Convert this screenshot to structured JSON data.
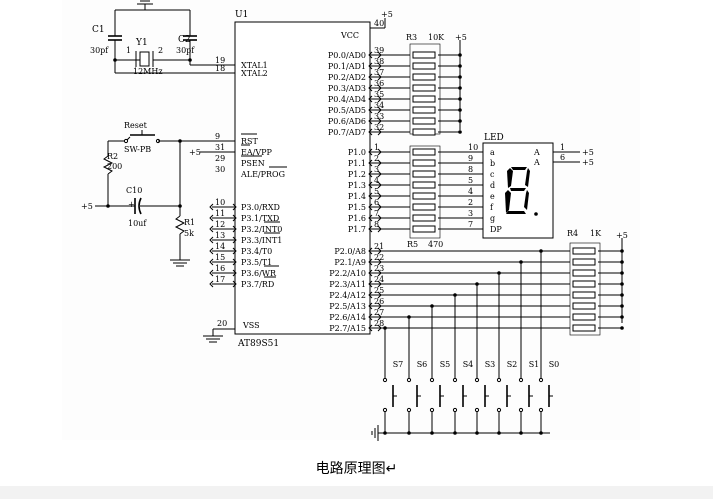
{
  "caption": "电路原理图↵",
  "mcu": {
    "designator": "U1",
    "part": "AT89S51",
    "vcc_pin": "40",
    "vss_pin": "20",
    "vcc_label": "VCC",
    "vss_label": "VSS",
    "left_pins": [
      {
        "num": "19",
        "name": "XTAL1"
      },
      {
        "num": "18",
        "name": "XTAL2"
      },
      {
        "num": "9",
        "name": "RST"
      },
      {
        "num": "31",
        "name": "EA/VPP"
      },
      {
        "num": "29",
        "name": "PSEN"
      },
      {
        "num": "30",
        "name": "ALE/PROG"
      },
      {
        "num": "10",
        "name": "P3.0/RXD"
      },
      {
        "num": "11",
        "name": "P3.1/TXD"
      },
      {
        "num": "12",
        "name": "P3.2/INT0"
      },
      {
        "num": "13",
        "name": "P3.3/INT1"
      },
      {
        "num": "14",
        "name": "P3.4/T0"
      },
      {
        "num": "15",
        "name": "P3.5/T1"
      },
      {
        "num": "16",
        "name": "P3.6/WR"
      },
      {
        "num": "17",
        "name": "P3.7/RD"
      }
    ],
    "port0": [
      {
        "num": "39",
        "name": "P0.0/AD0"
      },
      {
        "num": "38",
        "name": "P0.1/AD1"
      },
      {
        "num": "37",
        "name": "P0.2/AD2"
      },
      {
        "num": "36",
        "name": "P0.3/AD3"
      },
      {
        "num": "35",
        "name": "P0.4/AD4"
      },
      {
        "num": "34",
        "name": "P0.5/AD5"
      },
      {
        "num": "33",
        "name": "P0.6/AD6"
      },
      {
        "num": "32",
        "name": "P0.7/AD7"
      }
    ],
    "port1": [
      {
        "num": "1",
        "name": "P1.0"
      },
      {
        "num": "2",
        "name": "P1.1"
      },
      {
        "num": "3",
        "name": "P1.2"
      },
      {
        "num": "4",
        "name": "P1.3"
      },
      {
        "num": "5",
        "name": "P1.4"
      },
      {
        "num": "6",
        "name": "P1.5"
      },
      {
        "num": "7",
        "name": "P1.6"
      },
      {
        "num": "8",
        "name": "P1.7"
      }
    ],
    "port2": [
      {
        "num": "21",
        "name": "P2.0/A8"
      },
      {
        "num": "22",
        "name": "P2.1/A9"
      },
      {
        "num": "23",
        "name": "P2.2/A10"
      },
      {
        "num": "24",
        "name": "P2.3/A11"
      },
      {
        "num": "25",
        "name": "P2.4/A12"
      },
      {
        "num": "26",
        "name": "P2.5/A13"
      },
      {
        "num": "27",
        "name": "P2.6/A14"
      },
      {
        "num": "28",
        "name": "P2.7/A15"
      }
    ]
  },
  "crystal": {
    "designator": "Y1",
    "value": "12MHz",
    "pin1": "1",
    "pin2": "2",
    "c1_designator": "C1",
    "c1_value": "30pf",
    "c2_designator": "C2",
    "c2_value": "30pf"
  },
  "reset": {
    "title": "Reset",
    "switch": "SW-PB",
    "r2_designator": "R2",
    "r2_value": "200",
    "c10_designator": "C10",
    "c10_value": "10uf",
    "c10_polarity": "+",
    "r1_designator": "R1",
    "r1_value": "5k"
  },
  "supply_label": "+5",
  "r3": {
    "designator": "R3",
    "value": "10K"
  },
  "r5": {
    "designator": "R5",
    "value": "470"
  },
  "r4": {
    "designator": "R4",
    "value": "1K"
  },
  "led": {
    "title": "LED",
    "segments": [
      {
        "pin": "10",
        "name": "a"
      },
      {
        "pin": "9",
        "name": "b"
      },
      {
        "pin": "8",
        "name": "c"
      },
      {
        "pin": "5",
        "name": "d"
      },
      {
        "pin": "4",
        "name": "e"
      },
      {
        "pin": "2",
        "name": "f"
      },
      {
        "pin": "3",
        "name": "g"
      },
      {
        "pin": "7",
        "name": "DP"
      }
    ],
    "common": [
      {
        "pin": "1",
        "name": "A"
      },
      {
        "pin": "6",
        "name": "A"
      }
    ]
  },
  "switches": [
    "S7",
    "S6",
    "S5",
    "S4",
    "S3",
    "S2",
    "S1",
    "S0"
  ]
}
